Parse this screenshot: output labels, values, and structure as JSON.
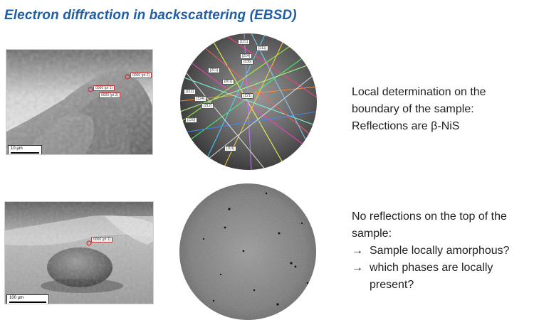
{
  "title": "Electron diffraction in backscattering (EBSD)",
  "sections": [
    {
      "sem_scale_label": "10 µm",
      "tags": [
        "0000 (pt 1)",
        "0000 (pt 2)",
        "0000 (pt 3)"
      ],
      "text_lines": [
        "Local determination on the",
        "boundary of the sample:",
        "Reflections are β-NiS"
      ]
    },
    {
      "sem_scale_label": "100 µm",
      "tags": [
        "0000 (pt 1)"
      ],
      "text_lines": [
        "No reflections on the top of the",
        "sample:"
      ],
      "bullets": [
        {
          "arrow": "→",
          "text": "Sample locally amorphous?"
        },
        {
          "arrow": "→",
          "text": "which phases are locally"
        },
        {
          "arrow": "",
          "text": "present?"
        }
      ]
    }
  ],
  "kikuchi_labels": [
    "[1̄21]",
    "[211]",
    "[2̄1̄4]",
    "[5̄3̄8]",
    "[2̄1̄1]",
    "[0̄01]",
    "[1̄11]",
    "[1̄24]",
    "[2̄12]",
    "[1̄2̄1]",
    "[1̄20]",
    "[1̄01]"
  ],
  "colors": {
    "title": "#1f5fa8",
    "text": "#222222"
  }
}
